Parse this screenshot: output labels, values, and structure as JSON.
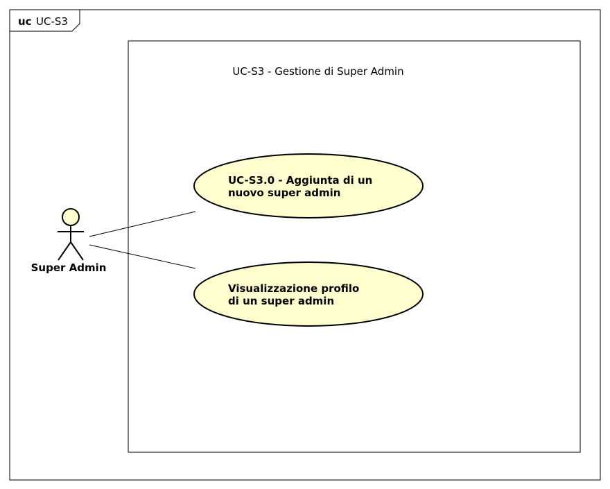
{
  "frame": {
    "keyword": "uc",
    "name": "UC-S3"
  },
  "system": {
    "title": "UC-S3 - Gestione di Super Admin"
  },
  "actor": {
    "name": "Super Admin",
    "icon": "stick-figure-icon"
  },
  "use_cases": [
    {
      "line1": "UC-S3.0 - Aggiunta di un",
      "line2": "nuovo super admin"
    },
    {
      "line1": "Visualizzazione profilo",
      "line2": "di un super admin"
    }
  ],
  "colors": {
    "use_case_fill": "#FEFECE",
    "stroke": "#000000",
    "background": "#FFFFFF"
  }
}
